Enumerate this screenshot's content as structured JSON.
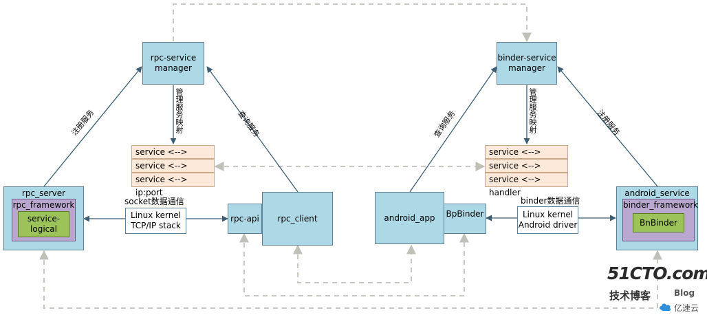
{
  "nodes": {
    "rpc_manager": "rpc-service\nmanager",
    "binder_manager": "binder-service\nmanager",
    "rpc_server": "rpc_server",
    "rpc_framework": "rpc_framework",
    "service_logical": "service-\nlogical",
    "linux_tcp": "Linux kernel\nTCP/IP stack",
    "rpc_api": "rpc-api",
    "rpc_client": "rpc_client",
    "android_app": "android_app",
    "bpbinder": "BpBinder",
    "linux_android": "Linux kernel\nAndroid driver",
    "android_service": "android_service",
    "binder_framework": "binder_framework",
    "bnbinder": "BnBinder"
  },
  "maps": {
    "ipport": [
      "service <--> ip:port",
      "service <--> ip:port",
      "service <--> ip:port"
    ],
    "handler": [
      "service <--> handler",
      "service <--> handler",
      "service <--> handler"
    ]
  },
  "labels": {
    "socket_comm": "socket数据通信",
    "binder_comm": "binder数据通信",
    "register_left": "注册服务",
    "query_left": "查询服务",
    "manage_left": "管理服务映射",
    "query_right": "查询服务",
    "register_right": "注册服务",
    "manage_right": "管理服务映射"
  },
  "watermark": {
    "brand": "51CTO.com",
    "tagline": "技术博客",
    "blog": "Blog",
    "yisu": "亿速云"
  }
}
